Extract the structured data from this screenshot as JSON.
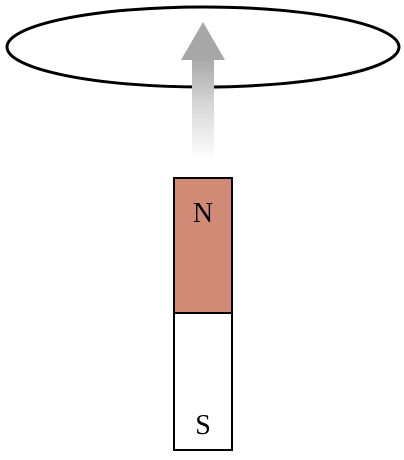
{
  "magnet": {
    "north_label": "N",
    "south_label": "S",
    "north_color": "#d08a76",
    "south_color": "#ffffff",
    "outline_color": "#000000"
  },
  "loop": {
    "stroke_color": "#000000",
    "fill_color": "#ffffff"
  },
  "arrow": {
    "direction": "up",
    "color": "#a7a7a7"
  }
}
